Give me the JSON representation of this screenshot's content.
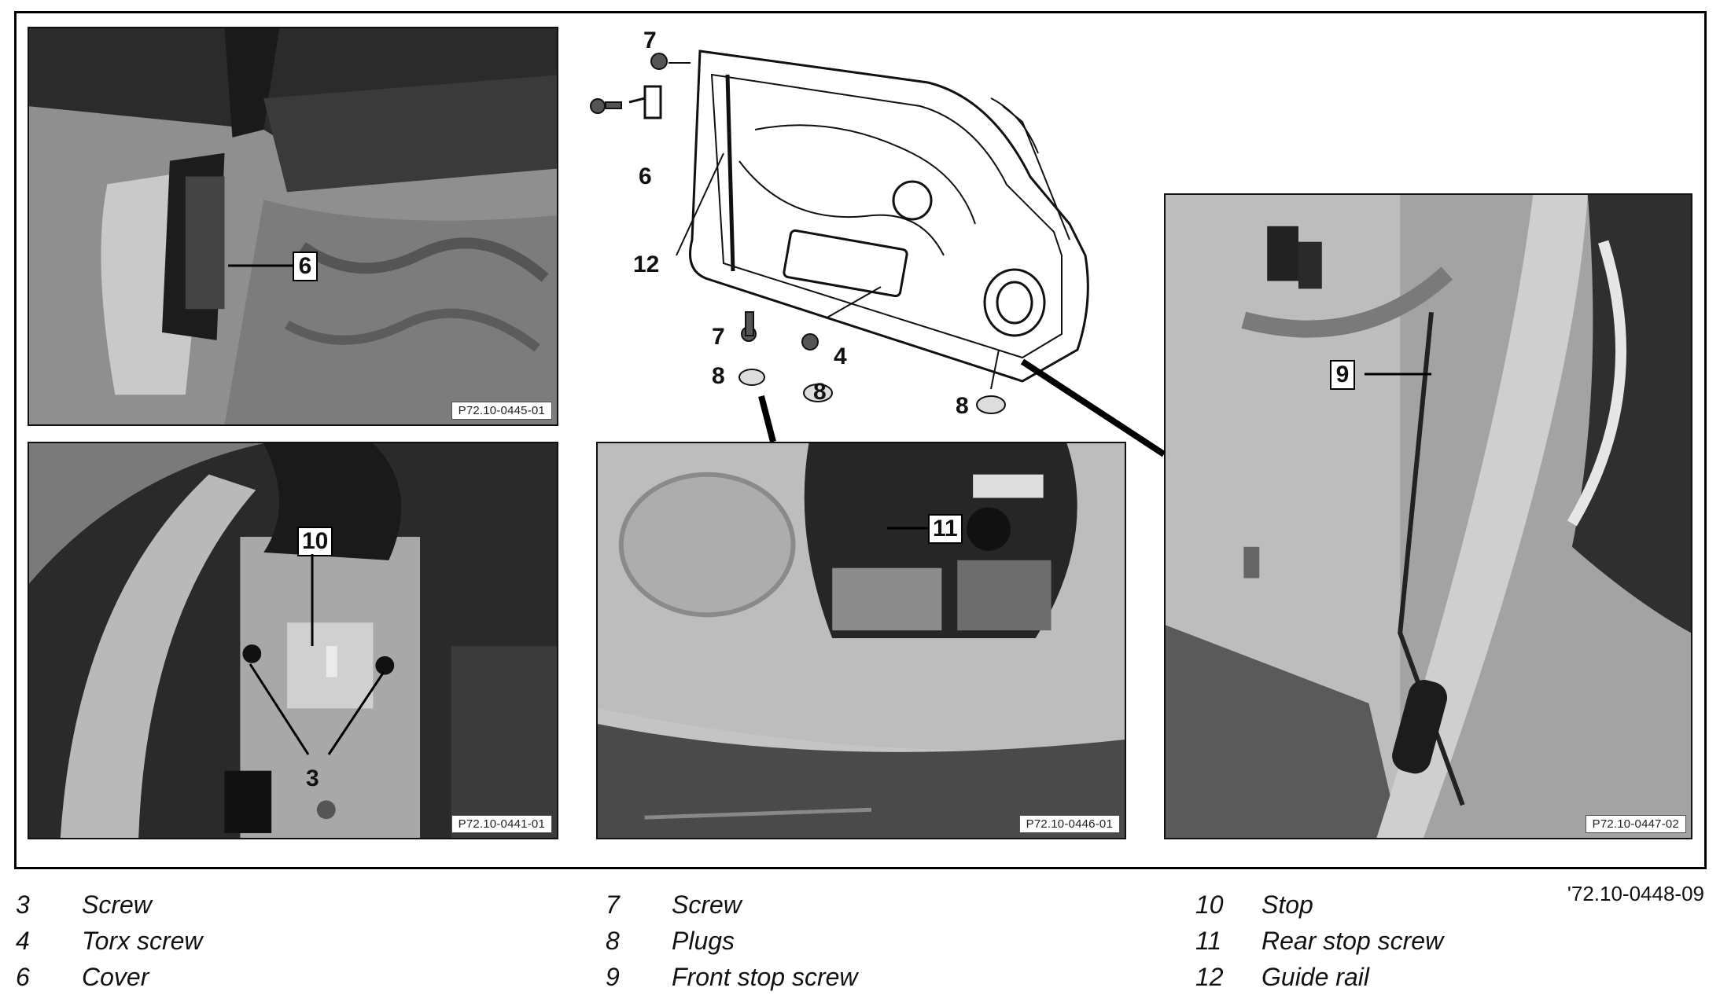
{
  "figure_id": "'72.10-0448-09",
  "photos": [
    {
      "code": "P72.10-0445-01",
      "callouts": [
        "6"
      ]
    },
    {
      "code": "P72.10-0441-01",
      "callouts": [
        "10",
        "3"
      ]
    },
    {
      "code": "P72.10-0446-01",
      "callouts": [
        "11"
      ]
    },
    {
      "code": "P72.10-0447-02",
      "callouts": [
        "9"
      ]
    }
  ],
  "diagram_callouts": {
    "top_screw": "7",
    "cover": "6",
    "guide_rail": "12",
    "bottom_screw": "7",
    "torx": "4",
    "plug_left": "8",
    "plug_mid": "8",
    "plug_right": "8"
  },
  "legend": [
    [
      {
        "num": "3",
        "label": "Screw"
      },
      {
        "num": "4",
        "label": "Torx screw"
      },
      {
        "num": "6",
        "label": "Cover"
      }
    ],
    [
      {
        "num": "7",
        "label": "Screw"
      },
      {
        "num": "8",
        "label": "Plugs"
      },
      {
        "num": "9",
        "label": "Front stop screw"
      }
    ],
    [
      {
        "num": "10",
        "label": "Stop"
      },
      {
        "num": "11",
        "label": "Rear stop screw"
      },
      {
        "num": "12",
        "label": "Guide rail"
      }
    ]
  ]
}
